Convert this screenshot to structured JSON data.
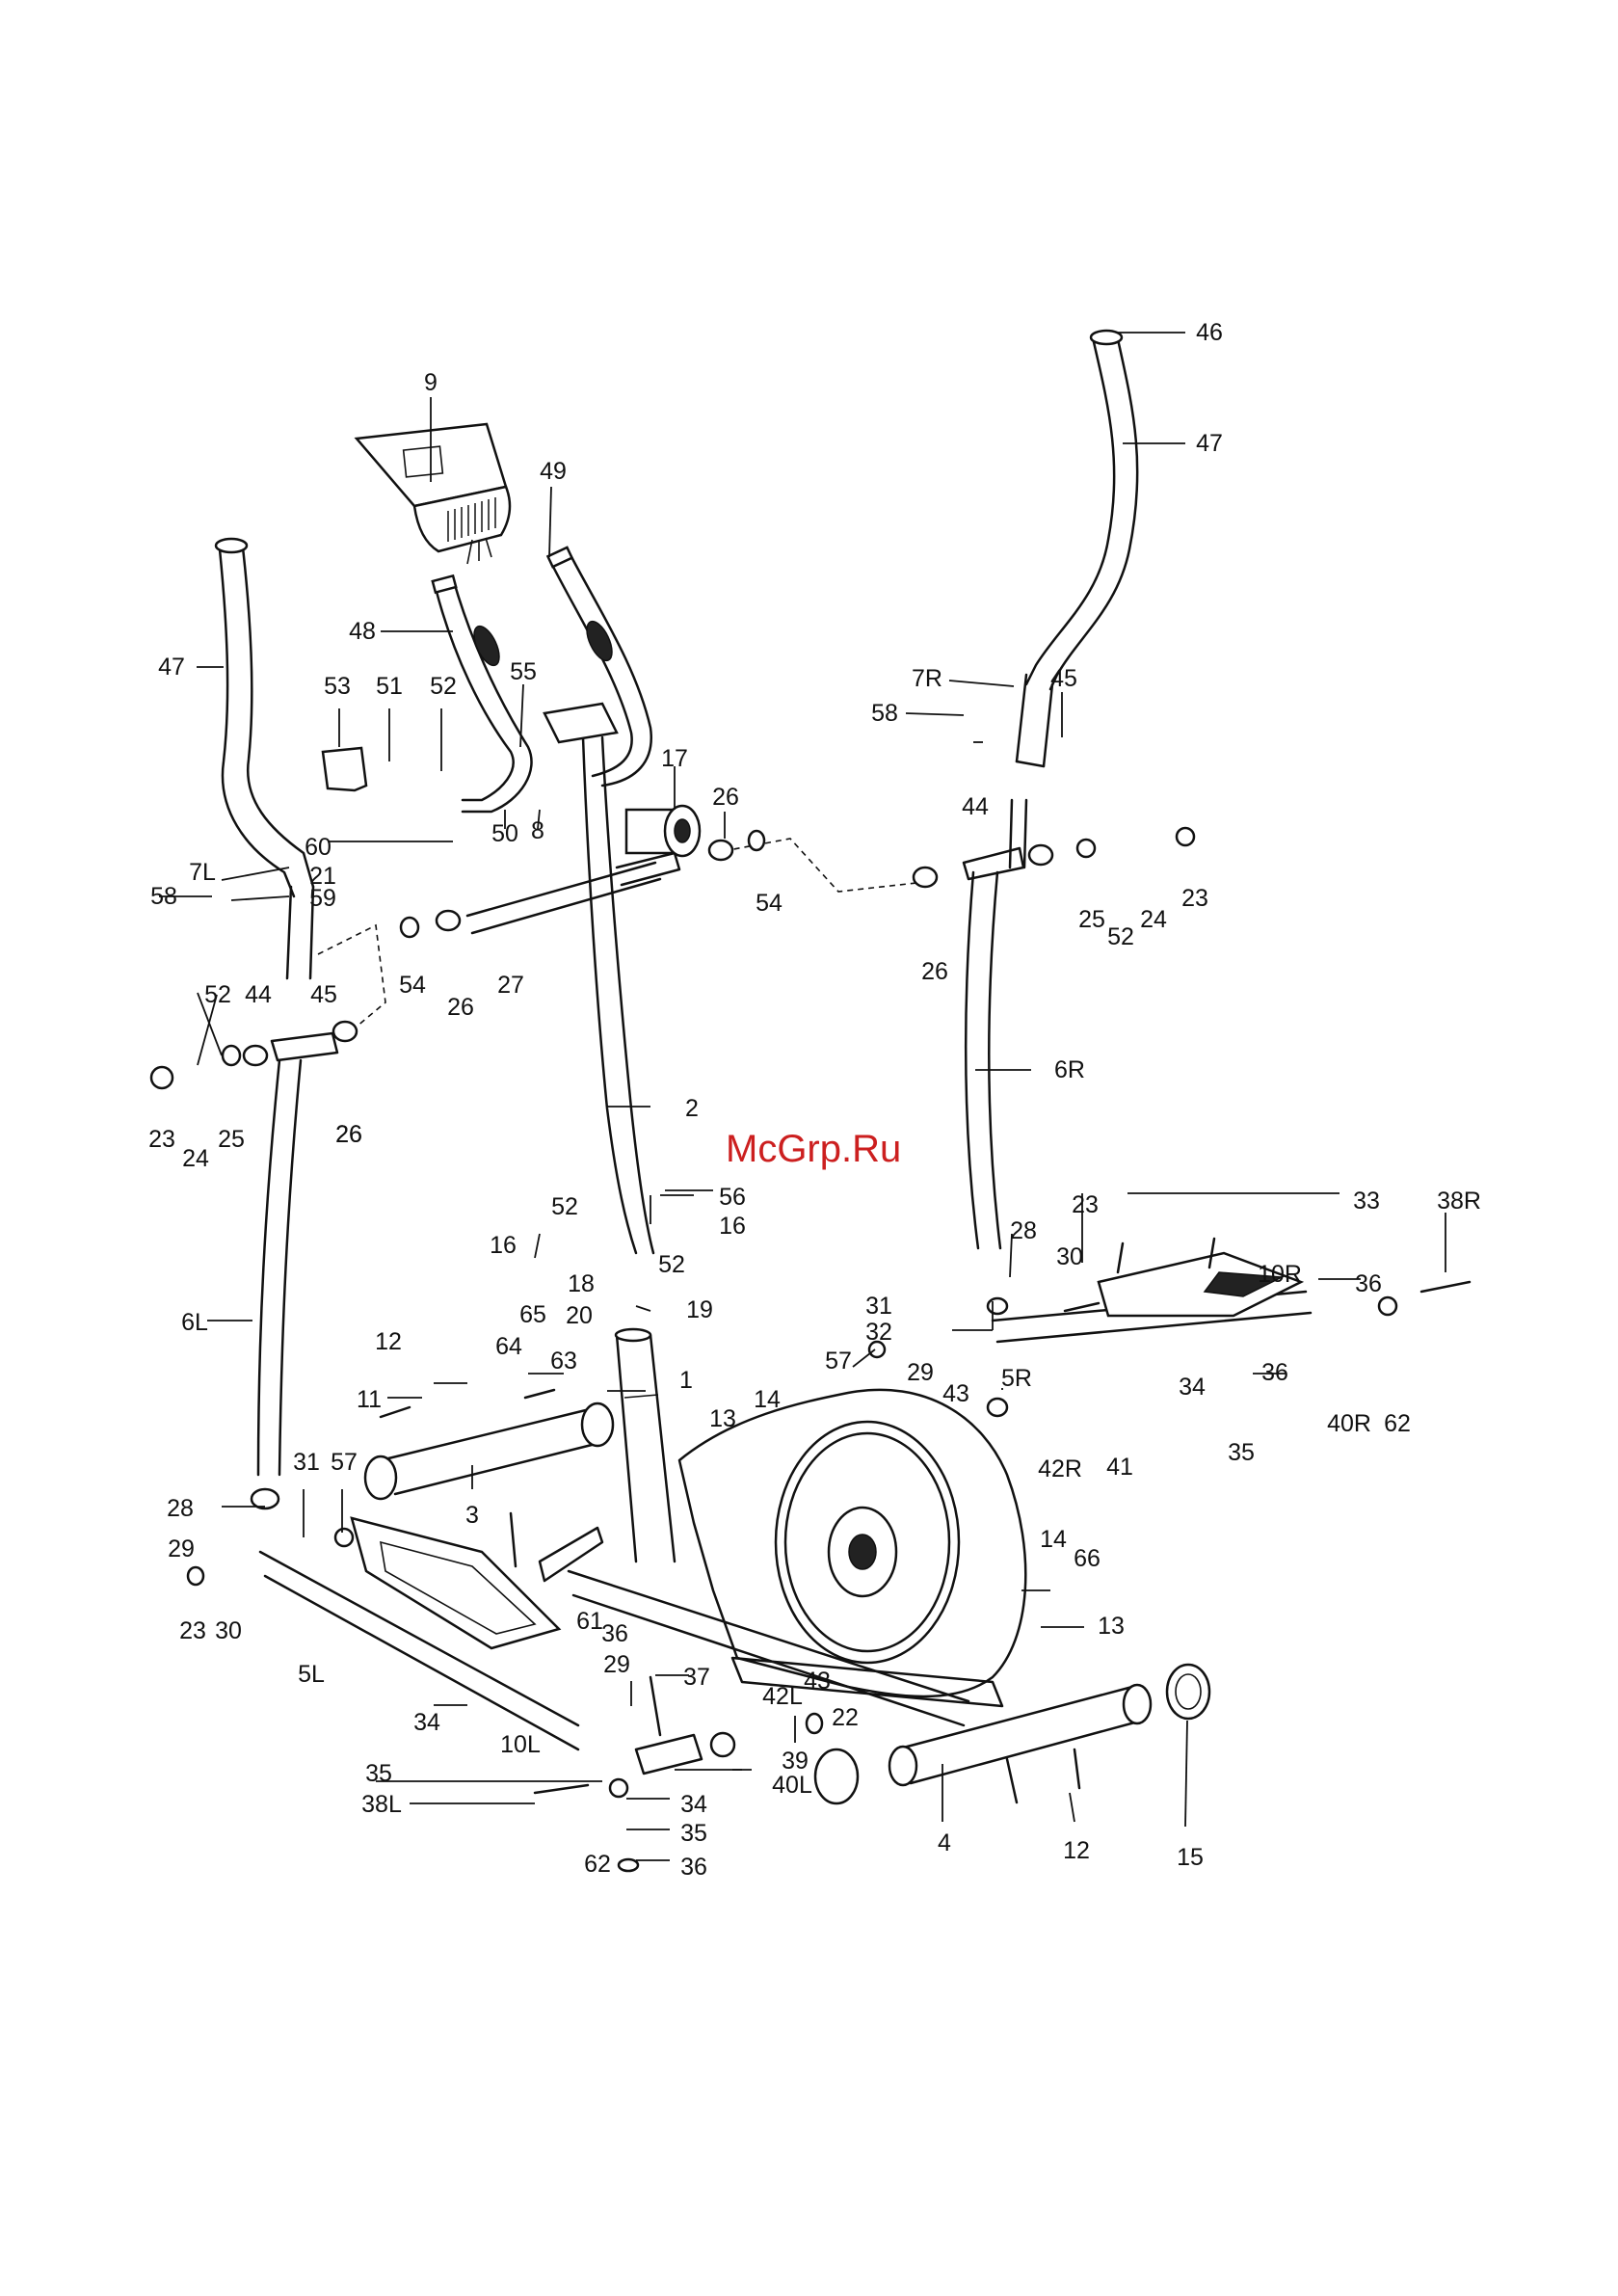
{
  "watermark": "McGrp.Ru",
  "part_labels": [
    {
      "id": "9",
      "text": "9"
    },
    {
      "id": "46",
      "text": "46"
    },
    {
      "id": "47r",
      "text": "47"
    },
    {
      "id": "49",
      "text": "49"
    },
    {
      "id": "48",
      "text": "48"
    },
    {
      "id": "47l",
      "text": "47"
    },
    {
      "id": "53",
      "text": "53"
    },
    {
      "id": "51",
      "text": "51"
    },
    {
      "id": "52a",
      "text": "52"
    },
    {
      "id": "55",
      "text": "55"
    },
    {
      "id": "7r",
      "text": "7R"
    },
    {
      "id": "45r",
      "text": "45"
    },
    {
      "id": "58r",
      "text": "58"
    },
    {
      "id": "17",
      "text": "17"
    },
    {
      "id": "26a",
      "text": "26"
    },
    {
      "id": "44r",
      "text": "44"
    },
    {
      "id": "50",
      "text": "50"
    },
    {
      "id": "8",
      "text": "8"
    },
    {
      "id": "60",
      "text": "60"
    },
    {
      "id": "7l",
      "text": "7L"
    },
    {
      "id": "21",
      "text": "21"
    },
    {
      "id": "59",
      "text": "59"
    },
    {
      "id": "58l",
      "text": "58"
    },
    {
      "id": "54a",
      "text": "54"
    },
    {
      "id": "26b",
      "text": "26"
    },
    {
      "id": "25a",
      "text": "25"
    },
    {
      "id": "52b",
      "text": "52"
    },
    {
      "id": "24a",
      "text": "24"
    },
    {
      "id": "23a",
      "text": "23"
    },
    {
      "id": "44l",
      "text": "44"
    },
    {
      "id": "45l",
      "text": "45"
    },
    {
      "id": "54b",
      "text": "54"
    },
    {
      "id": "26c",
      "text": "26"
    },
    {
      "id": "27",
      "text": "27"
    },
    {
      "id": "26d",
      "text": "26"
    },
    {
      "id": "52c",
      "text": "52"
    },
    {
      "id": "6r",
      "text": "6R"
    },
    {
      "id": "23b",
      "text": "23"
    },
    {
      "id": "24b",
      "text": "24"
    },
    {
      "id": "25b",
      "text": "25"
    },
    {
      "id": "26e",
      "text": "26"
    },
    {
      "id": "2",
      "text": "2"
    },
    {
      "id": "56",
      "text": "56"
    },
    {
      "id": "52d",
      "text": "52"
    },
    {
      "id": "16a",
      "text": "16"
    },
    {
      "id": "16b",
      "text": "16"
    },
    {
      "id": "52e",
      "text": "52"
    },
    {
      "id": "18",
      "text": "18"
    },
    {
      "id": "23c",
      "text": "23"
    },
    {
      "id": "33",
      "text": "33"
    },
    {
      "id": "38r",
      "text": "38R"
    },
    {
      "id": "28a",
      "text": "28"
    },
    {
      "id": "30a",
      "text": "30"
    },
    {
      "id": "10r",
      "text": "10R"
    },
    {
      "id": "36a",
      "text": "36"
    },
    {
      "id": "65",
      "text": "65"
    },
    {
      "id": "20",
      "text": "20"
    },
    {
      "id": "19",
      "text": "19"
    },
    {
      "id": "31a",
      "text": "31"
    },
    {
      "id": "32",
      "text": "32"
    },
    {
      "id": "6l",
      "text": "6L"
    },
    {
      "id": "64",
      "text": "64"
    },
    {
      "id": "12a",
      "text": "12"
    },
    {
      "id": "63",
      "text": "63"
    },
    {
      "id": "57a",
      "text": "57"
    },
    {
      "id": "29a",
      "text": "29"
    },
    {
      "id": "1",
      "text": "1"
    },
    {
      "id": "5r",
      "text": "5R"
    },
    {
      "id": "34a",
      "text": "34"
    },
    {
      "id": "36b",
      "text": "36"
    },
    {
      "id": "43a",
      "text": "43"
    },
    {
      "id": "11",
      "text": "11"
    },
    {
      "id": "14a",
      "text": "14"
    },
    {
      "id": "13a",
      "text": "13"
    },
    {
      "id": "42r",
      "text": "42R"
    },
    {
      "id": "41",
      "text": "41"
    },
    {
      "id": "35a",
      "text": "35"
    },
    {
      "id": "40r",
      "text": "40R"
    },
    {
      "id": "62a",
      "text": "62"
    },
    {
      "id": "31b",
      "text": "31"
    },
    {
      "id": "57b",
      "text": "57"
    },
    {
      "id": "28b",
      "text": "28"
    },
    {
      "id": "3",
      "text": "3"
    },
    {
      "id": "14b",
      "text": "14"
    },
    {
      "id": "66",
      "text": "66"
    },
    {
      "id": "29b",
      "text": "29"
    },
    {
      "id": "23d",
      "text": "23"
    },
    {
      "id": "30b",
      "text": "30"
    },
    {
      "id": "13b",
      "text": "13"
    },
    {
      "id": "61",
      "text": "61"
    },
    {
      "id": "36c",
      "text": "36"
    },
    {
      "id": "5l",
      "text": "5L"
    },
    {
      "id": "29c",
      "text": "29"
    },
    {
      "id": "37",
      "text": "37"
    },
    {
      "id": "42l",
      "text": "42L"
    },
    {
      "id": "43b",
      "text": "43"
    },
    {
      "id": "22",
      "text": "22"
    },
    {
      "id": "34b",
      "text": "34"
    },
    {
      "id": "10l",
      "text": "10L"
    },
    {
      "id": "35b",
      "text": "35"
    },
    {
      "id": "39",
      "text": "39"
    },
    {
      "id": "40l",
      "text": "40L"
    },
    {
      "id": "38l",
      "text": "38L"
    },
    {
      "id": "34c",
      "text": "34"
    },
    {
      "id": "35c",
      "text": "35"
    },
    {
      "id": "62b",
      "text": "62"
    },
    {
      "id": "36d",
      "text": "36"
    },
    {
      "id": "4",
      "text": "4"
    },
    {
      "id": "12b",
      "text": "12"
    },
    {
      "id": "15",
      "text": "15"
    }
  ]
}
